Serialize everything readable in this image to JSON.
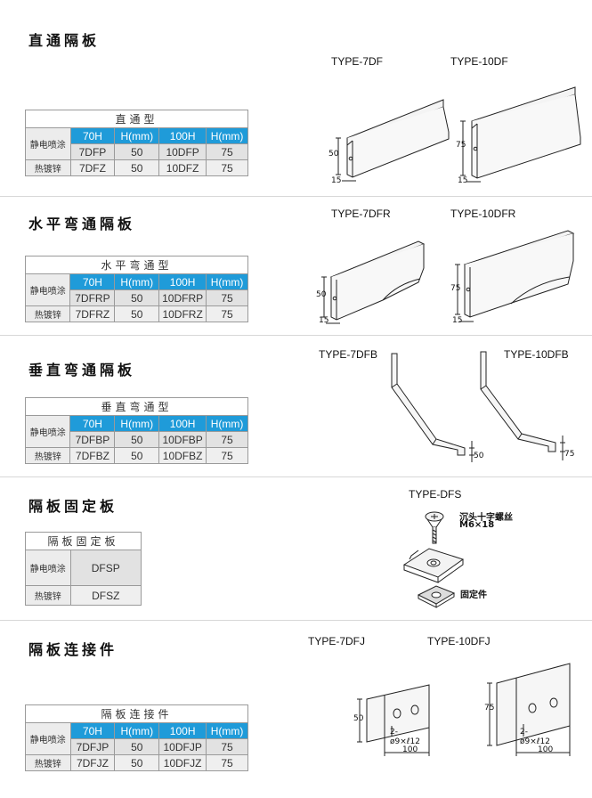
{
  "sections": [
    {
      "title": "直通隔板",
      "table": {
        "caption": "直通型",
        "headers": [
          "70H",
          "H(mm)",
          "100H",
          "H(mm)"
        ],
        "rows": [
          {
            "label": "静电喷涂",
            "cells": [
              "7DFP",
              "50",
              "10DFP",
              "75"
            ]
          },
          {
            "label": "热镀锌",
            "cells": [
              "7DFZ",
              "50",
              "10DFZ",
              "75"
            ]
          }
        ]
      },
      "figures": [
        {
          "type_label": "TYPE-7DF",
          "dim_height": "50",
          "dim_base": "15"
        },
        {
          "type_label": "TYPE-10DF",
          "dim_height": "75",
          "dim_base": "15"
        }
      ]
    },
    {
      "title": "水平弯通隔板",
      "table": {
        "caption": "水平弯通型",
        "headers": [
          "70H",
          "H(mm)",
          "100H",
          "H(mm)"
        ],
        "rows": [
          {
            "label": "静电喷涂",
            "cells": [
              "7DFRP",
              "50",
              "10DFRP",
              "75"
            ]
          },
          {
            "label": "热镀锌",
            "cells": [
              "7DFRZ",
              "50",
              "10DFRZ",
              "75"
            ]
          }
        ]
      },
      "figures": [
        {
          "type_label": "TYPE-7DFR",
          "dim_height": "50",
          "dim_base": "15"
        },
        {
          "type_label": "TYPE-10DFR",
          "dim_height": "75",
          "dim_base": "15"
        }
      ]
    },
    {
      "title": "垂直弯通隔板",
      "table": {
        "caption": "垂直弯通型",
        "headers": [
          "70H",
          "H(mm)",
          "100H",
          "H(mm)"
        ],
        "rows": [
          {
            "label": "静电喷涂",
            "cells": [
              "7DFBP",
              "50",
              "10DFBP",
              "75"
            ]
          },
          {
            "label": "热镀锌",
            "cells": [
              "7DFBZ",
              "50",
              "10DFBZ",
              "75"
            ]
          }
        ]
      },
      "figures": [
        {
          "type_label": "TYPE-7DFB",
          "dim_height": "50"
        },
        {
          "type_label": "TYPE-10DFB",
          "dim_height": "75"
        }
      ]
    },
    {
      "title": "隔板固定板",
      "table": {
        "caption": "隔板固定板",
        "rows": [
          {
            "label": "静电喷涂",
            "value": "DFSP"
          },
          {
            "label": "热镀锌",
            "value": "DFSZ"
          }
        ]
      },
      "figure": {
        "type_label": "TYPE-DFS",
        "screw_label": "沉头十字螺丝",
        "screw_size": "M6×18",
        "part_label": "固定件"
      }
    },
    {
      "title": "隔板连接件",
      "table": {
        "caption": "隔板连接件",
        "headers": [
          "70H",
          "H(mm)",
          "100H",
          "H(mm)"
        ],
        "rows": [
          {
            "label": "静电喷涂",
            "cells": [
              "7DFJP",
              "50",
              "10DFJP",
              "75"
            ]
          },
          {
            "label": "热镀锌",
            "cells": [
              "7DFJZ",
              "50",
              "10DFJZ",
              "75"
            ]
          }
        ]
      },
      "figures": [
        {
          "type_label": "TYPE-7DFJ",
          "dim_height": "50",
          "hole_note_1": "2-",
          "hole_note_2": "ø9×ℓ12",
          "dim_width": "100"
        },
        {
          "type_label": "TYPE-10DFJ",
          "dim_height": "75",
          "hole_note_1": "2-",
          "hole_note_2": "ø9×ℓ12",
          "dim_width": "100"
        }
      ]
    }
  ]
}
